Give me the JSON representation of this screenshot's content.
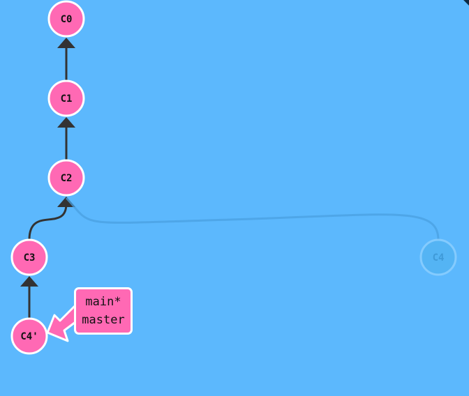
{
  "graph": {
    "colors": {
      "background": "#5cb8fd",
      "commit": "#ff69b4",
      "commit_stroke": "#ffffff",
      "edge": "#333333",
      "ghost_edge": "#4aa0e0",
      "ghost_commit": "#53b4f2",
      "ghost_commit_stroke": "#8fd0ff",
      "ghost_label": "#3f9ad8"
    },
    "commits": [
      {
        "id": "c0",
        "label": "C0",
        "ghost": false
      },
      {
        "id": "c1",
        "label": "C1",
        "ghost": false
      },
      {
        "id": "c2",
        "label": "C2",
        "ghost": false
      },
      {
        "id": "c3",
        "label": "C3",
        "ghost": false
      },
      {
        "id": "c4p",
        "label": "C4'",
        "ghost": false
      },
      {
        "id": "c4",
        "label": "C4",
        "ghost": true
      }
    ],
    "edges": [
      {
        "from": "c1",
        "to": "c0",
        "ghost": false
      },
      {
        "from": "c2",
        "to": "c1",
        "ghost": false
      },
      {
        "from": "c3",
        "to": "c2",
        "ghost": false
      },
      {
        "from": "c4p",
        "to": "c3",
        "ghost": false
      },
      {
        "from": "c4",
        "to": "c2",
        "ghost": true
      }
    ],
    "branch": {
      "labels": [
        "main*",
        "master"
      ],
      "target": "c4p",
      "color": "#ff69b4"
    }
  }
}
